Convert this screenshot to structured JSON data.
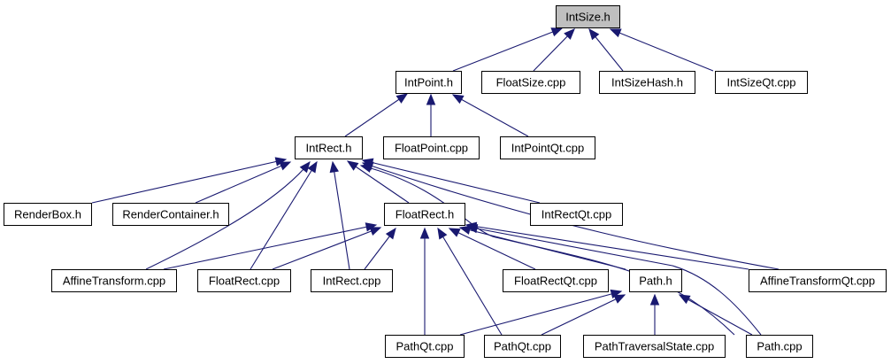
{
  "diagram": {
    "title": "IntSize.h include dependency graph",
    "colors": {
      "edge": "#191970",
      "root_fill": "#bfbfbf",
      "node_fill": "#ffffff",
      "node_border": "#000000"
    },
    "nodes": [
      {
        "id": "IntSize_h",
        "label": "IntSize.h",
        "root": true
      },
      {
        "id": "IntPoint_h",
        "label": "IntPoint.h"
      },
      {
        "id": "FloatSize_cpp",
        "label": "FloatSize.cpp"
      },
      {
        "id": "IntSizeHash_h",
        "label": "IntSizeHash.h"
      },
      {
        "id": "IntSizeQt_cpp",
        "label": "IntSizeQt.cpp"
      },
      {
        "id": "IntRect_h",
        "label": "IntRect.h"
      },
      {
        "id": "FloatPoint_cpp",
        "label": "FloatPoint.cpp"
      },
      {
        "id": "IntPointQt_cpp",
        "label": "IntPointQt.cpp"
      },
      {
        "id": "RenderBox_h",
        "label": "RenderBox.h"
      },
      {
        "id": "RenderContainer_h",
        "label": "RenderContainer.h"
      },
      {
        "id": "FloatRect_h",
        "label": "FloatRect.h"
      },
      {
        "id": "IntRectQt_cpp",
        "label": "IntRectQt.cpp"
      },
      {
        "id": "AffineTransform_cpp",
        "label": "AffineTransform.cpp"
      },
      {
        "id": "FloatRect_cpp",
        "label": "FloatRect.cpp"
      },
      {
        "id": "IntRect_cpp",
        "label": "IntRect.cpp"
      },
      {
        "id": "FloatRectQt_cpp",
        "label": "FloatRectQt.cpp"
      },
      {
        "id": "Path_h",
        "label": "Path.h"
      },
      {
        "id": "AffineTransformQt_cpp",
        "label": "AffineTransformQt.cpp"
      },
      {
        "id": "PathQt_cpp_1",
        "label": "PathQt.cpp"
      },
      {
        "id": "PathQt_cpp_2",
        "label": "PathQt.cpp"
      },
      {
        "id": "PathTraversalState_cpp",
        "label": "PathTraversalState.cpp"
      },
      {
        "id": "Path_cpp",
        "label": "Path.cpp"
      }
    ],
    "edges": [
      {
        "from": "IntPoint_h",
        "to": "IntSize_h"
      },
      {
        "from": "FloatSize_cpp",
        "to": "IntSize_h"
      },
      {
        "from": "IntSizeHash_h",
        "to": "IntSize_h"
      },
      {
        "from": "IntSizeQt_cpp",
        "to": "IntSize_h"
      },
      {
        "from": "IntRect_h",
        "to": "IntPoint_h"
      },
      {
        "from": "FloatPoint_cpp",
        "to": "IntPoint_h"
      },
      {
        "from": "IntPointQt_cpp",
        "to": "IntPoint_h"
      },
      {
        "from": "RenderBox_h",
        "to": "IntRect_h"
      },
      {
        "from": "RenderContainer_h",
        "to": "IntRect_h"
      },
      {
        "from": "AffineTransform_cpp",
        "to": "IntRect_h"
      },
      {
        "from": "FloatRect_cpp",
        "to": "IntRect_h"
      },
      {
        "from": "IntRect_cpp",
        "to": "IntRect_h"
      },
      {
        "from": "FloatRect_h",
        "to": "IntRect_h"
      },
      {
        "from": "IntRectQt_cpp",
        "to": "IntRect_h"
      },
      {
        "from": "AffineTransformQt_cpp",
        "to": "IntRect_h"
      },
      {
        "from": "Path_cpp",
        "to": "IntRect_h"
      },
      {
        "from": "AffineTransform_cpp",
        "to": "FloatRect_h"
      },
      {
        "from": "FloatRect_cpp",
        "to": "FloatRect_h"
      },
      {
        "from": "IntRect_cpp",
        "to": "FloatRect_h"
      },
      {
        "from": "PathQt_cpp_1",
        "to": "FloatRect_h"
      },
      {
        "from": "PathQt_cpp_2",
        "to": "FloatRect_h"
      },
      {
        "from": "FloatRectQt_cpp",
        "to": "FloatRect_h"
      },
      {
        "from": "Path_h",
        "to": "FloatRect_h"
      },
      {
        "from": "AffineTransformQt_cpp",
        "to": "FloatRect_h"
      },
      {
        "from": "Path_cpp",
        "to": "FloatRect_h"
      },
      {
        "from": "PathQt_cpp_1",
        "to": "Path_h"
      },
      {
        "from": "PathQt_cpp_2",
        "to": "Path_h"
      },
      {
        "from": "PathTraversalState_cpp",
        "to": "Path_h"
      },
      {
        "from": "Path_cpp",
        "to": "Path_h"
      }
    ]
  }
}
